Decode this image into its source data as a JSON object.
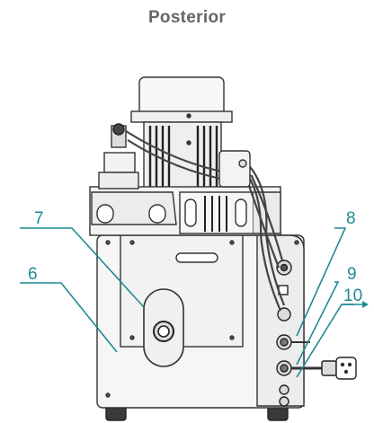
{
  "title": "Posterior",
  "accent_color": "#1f8a93",
  "callouts": [
    {
      "label": "6"
    },
    {
      "label": "7"
    },
    {
      "label": "8"
    },
    {
      "label": "9"
    },
    {
      "label": "10"
    }
  ]
}
